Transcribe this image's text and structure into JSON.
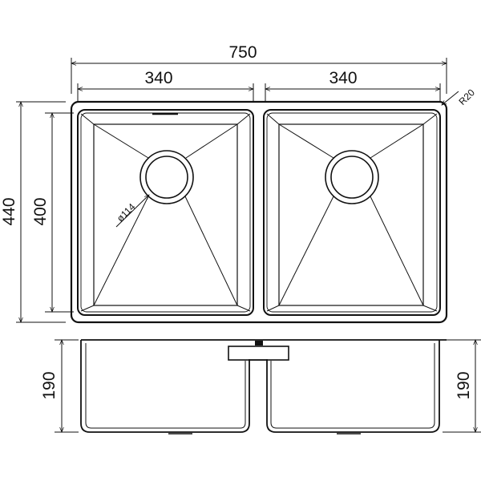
{
  "dimensions": {
    "overall_width": "750",
    "left_bowl_width": "340",
    "right_bowl_width": "340",
    "overall_depth": "440",
    "bowl_depth": "400",
    "corner_radius": "R20",
    "waste_diameter": "ø114",
    "left_bowl_height": "190",
    "right_bowl_height": "190"
  }
}
